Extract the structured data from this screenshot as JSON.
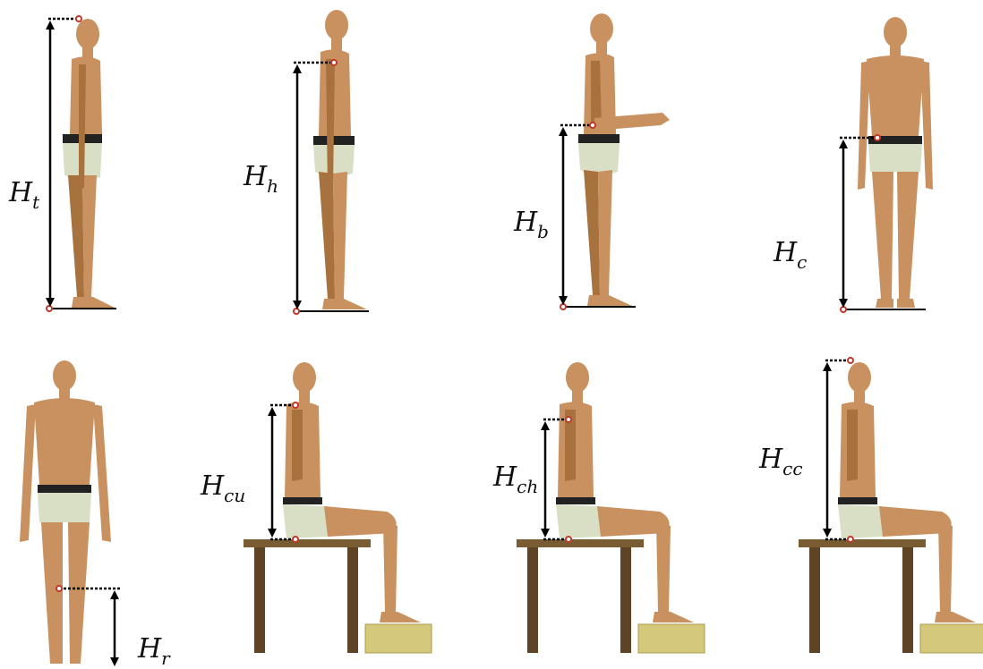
{
  "figure": "Anthropometric measurements of a human model: standing and seated heights",
  "colors": {
    "skin": "#c8915f",
    "skin_dark": "#a8723f",
    "shorts": "#d9dfc4",
    "waistband": "#222222",
    "table": "#7a5c33",
    "table_dark": "#5e4424",
    "footrest": "#d4c97a",
    "marker": "#c0392b",
    "arrow": "#000000"
  },
  "panels": [
    {
      "id": "total-height",
      "symbol": "H",
      "subscript": "t"
    },
    {
      "id": "shoulder-height",
      "symbol": "H",
      "subscript": "h"
    },
    {
      "id": "elbow-height",
      "symbol": "H",
      "subscript": "b"
    },
    {
      "id": "hip-height",
      "symbol": "H",
      "subscript": "c"
    },
    {
      "id": "knee-height",
      "symbol": "H",
      "subscript": "r"
    },
    {
      "id": "seated-shoulder-height",
      "symbol": "H",
      "subscript": "cu"
    },
    {
      "id": "seated-elbow-height",
      "symbol": "H",
      "subscript": "ch"
    },
    {
      "id": "seated-head-height",
      "symbol": "H",
      "subscript": "cc"
    }
  ]
}
